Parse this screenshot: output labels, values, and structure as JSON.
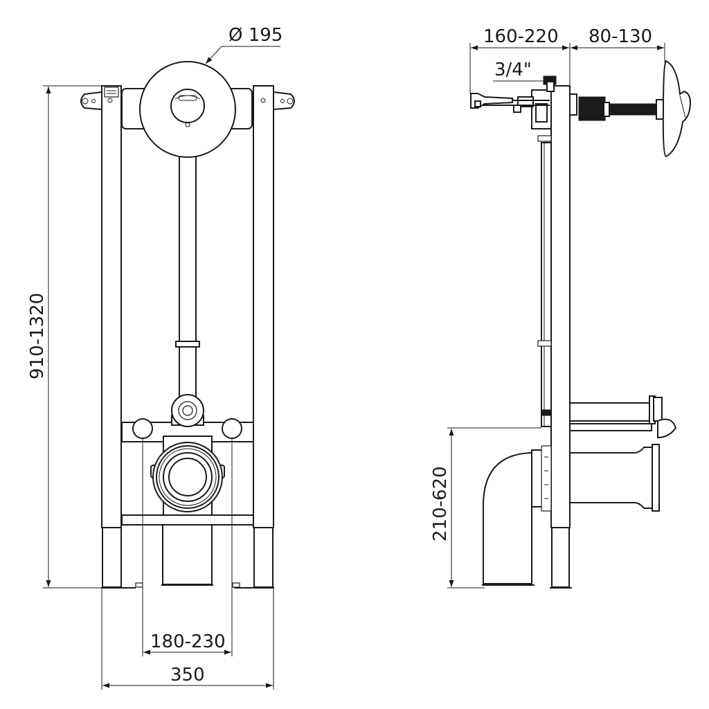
{
  "dimensions": {
    "diameter": "Ø 195",
    "height_range": "910-1320",
    "width": "350",
    "pipe_spacing": "180-230",
    "depth_range": "160-220",
    "button_depth": "80-130",
    "thread": "3/4\"",
    "outlet_height": "210-620"
  },
  "colors": {
    "line": "#1a1a1a",
    "background": "#ffffff"
  }
}
